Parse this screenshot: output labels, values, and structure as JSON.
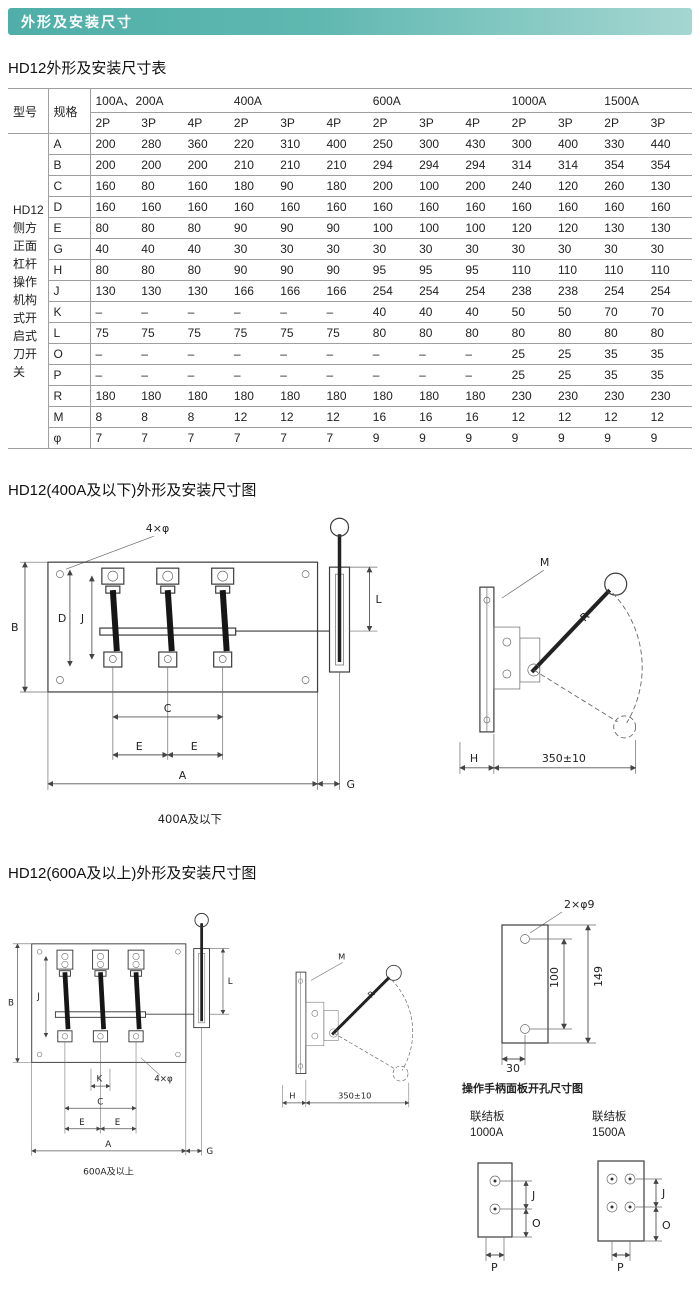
{
  "header": {
    "title": "外形及安装尺寸",
    "bar_color": "#54b3ac"
  },
  "sections": {
    "table_title": "HD12外形及安装尺寸表",
    "diagram1_title": "HD12(400A及以下)外形及安装尺寸图",
    "diagram2_title": "HD12(600A及以上)外形及安装尺寸图"
  },
  "table": {
    "header": {
      "model": "型号",
      "spec": "规格",
      "groups": [
        {
          "label": "100A、200A",
          "cols": [
            "2P",
            "3P",
            "4P"
          ]
        },
        {
          "label": "400A",
          "cols": [
            "2P",
            "3P",
            "4P"
          ]
        },
        {
          "label": "600A",
          "cols": [
            "2P",
            "3P",
            "4P"
          ]
        },
        {
          "label": "1000A",
          "cols": [
            "2P",
            "3P"
          ]
        },
        {
          "label": "1500A",
          "cols": [
            "2P",
            "3P"
          ]
        }
      ]
    },
    "model_lines": [
      "HD12",
      "侧方",
      "正面",
      "杠杆",
      "操作",
      "机构",
      "式开",
      "启式",
      "刀开",
      "关"
    ],
    "rows": [
      {
        "spec": "A",
        "values": [
          "200",
          "280",
          "360",
          "220",
          "310",
          "400",
          "250",
          "300",
          "430",
          "300",
          "400",
          "330",
          "440"
        ]
      },
      {
        "spec": "B",
        "values": [
          "200",
          "200",
          "200",
          "210",
          "210",
          "210",
          "294",
          "294",
          "294",
          "314",
          "314",
          "354",
          "354"
        ]
      },
      {
        "spec": "C",
        "values": [
          "160",
          "80",
          "160",
          "180",
          "90",
          "180",
          "200",
          "100",
          "200",
          "240",
          "120",
          "260",
          "130"
        ]
      },
      {
        "spec": "D",
        "values": [
          "160",
          "160",
          "160",
          "160",
          "160",
          "160",
          "160",
          "160",
          "160",
          "160",
          "160",
          "160",
          "160"
        ]
      },
      {
        "spec": "E",
        "values": [
          "80",
          "80",
          "80",
          "90",
          "90",
          "90",
          "100",
          "100",
          "100",
          "120",
          "120",
          "130",
          "130"
        ]
      },
      {
        "spec": "G",
        "values": [
          "40",
          "40",
          "40",
          "30",
          "30",
          "30",
          "30",
          "30",
          "30",
          "30",
          "30",
          "30",
          "30"
        ]
      },
      {
        "spec": "H",
        "values": [
          "80",
          "80",
          "80",
          "90",
          "90",
          "90",
          "95",
          "95",
          "95",
          "110",
          "110",
          "110",
          "110"
        ]
      },
      {
        "spec": "J",
        "values": [
          "130",
          "130",
          "130",
          "166",
          "166",
          "166",
          "254",
          "254",
          "254",
          "238",
          "238",
          "254",
          "254"
        ]
      },
      {
        "spec": "K",
        "values": [
          "–",
          "–",
          "–",
          "–",
          "–",
          "–",
          "40",
          "40",
          "40",
          "50",
          "50",
          "70",
          "70"
        ]
      },
      {
        "spec": "L",
        "values": [
          "75",
          "75",
          "75",
          "75",
          "75",
          "75",
          "80",
          "80",
          "80",
          "80",
          "80",
          "80",
          "80"
        ]
      },
      {
        "spec": "O",
        "values": [
          "–",
          "–",
          "–",
          "–",
          "–",
          "–",
          "–",
          "–",
          "–",
          "25",
          "25",
          "35",
          "35"
        ]
      },
      {
        "spec": "P",
        "values": [
          "–",
          "–",
          "–",
          "–",
          "–",
          "–",
          "–",
          "–",
          "–",
          "25",
          "25",
          "35",
          "35"
        ]
      },
      {
        "spec": "R",
        "values": [
          "180",
          "180",
          "180",
          "180",
          "180",
          "180",
          "180",
          "180",
          "180",
          "230",
          "230",
          "230",
          "230"
        ]
      },
      {
        "spec": "M",
        "values": [
          "8",
          "8",
          "8",
          "12",
          "12",
          "12",
          "16",
          "16",
          "16",
          "12",
          "12",
          "12",
          "12"
        ]
      },
      {
        "spec": "φ",
        "values": [
          "7",
          "7",
          "7",
          "7",
          "7",
          "7",
          "9",
          "9",
          "9",
          "9",
          "9",
          "9",
          "9"
        ]
      }
    ]
  },
  "diagram1": {
    "front": {
      "hole_label": "4×φ",
      "dim_B": "B",
      "dim_D": "D",
      "dim_J": "J",
      "dim_L": "L",
      "dim_C": "C",
      "dim_E1": "E",
      "dim_E2": "E",
      "dim_A": "A",
      "dim_G": "G",
      "caption": "400A及以下"
    },
    "side": {
      "dim_M": "M",
      "dim_R": "R",
      "dim_H": "H",
      "dim_W": "350±10"
    }
  },
  "diagram2": {
    "front": {
      "hole_label": "4×φ",
      "dim_B": "B",
      "dim_J": "J",
      "dim_L": "L",
      "dim_K": "K",
      "dim_C": "C",
      "dim_E1": "E",
      "dim_E2": "E",
      "dim_A": "A",
      "dim_G": "G",
      "caption": "600A及以上"
    },
    "side": {
      "dim_M": "M",
      "dim_R": "R",
      "dim_H": "H",
      "dim_W": "350±10"
    },
    "panel": {
      "hole_label": "2×φ9",
      "dim_height_inner": "100",
      "dim_height_outer": "149",
      "dim_width": "30",
      "caption": "操作手柄面板开孔尺寸图"
    },
    "plates": {
      "left_name": "联结板",
      "left_rating": "1000A",
      "right_name": "联结板",
      "right_rating": "1500A",
      "dim_J": "J",
      "dim_O": "O",
      "dim_P": "P"
    }
  }
}
